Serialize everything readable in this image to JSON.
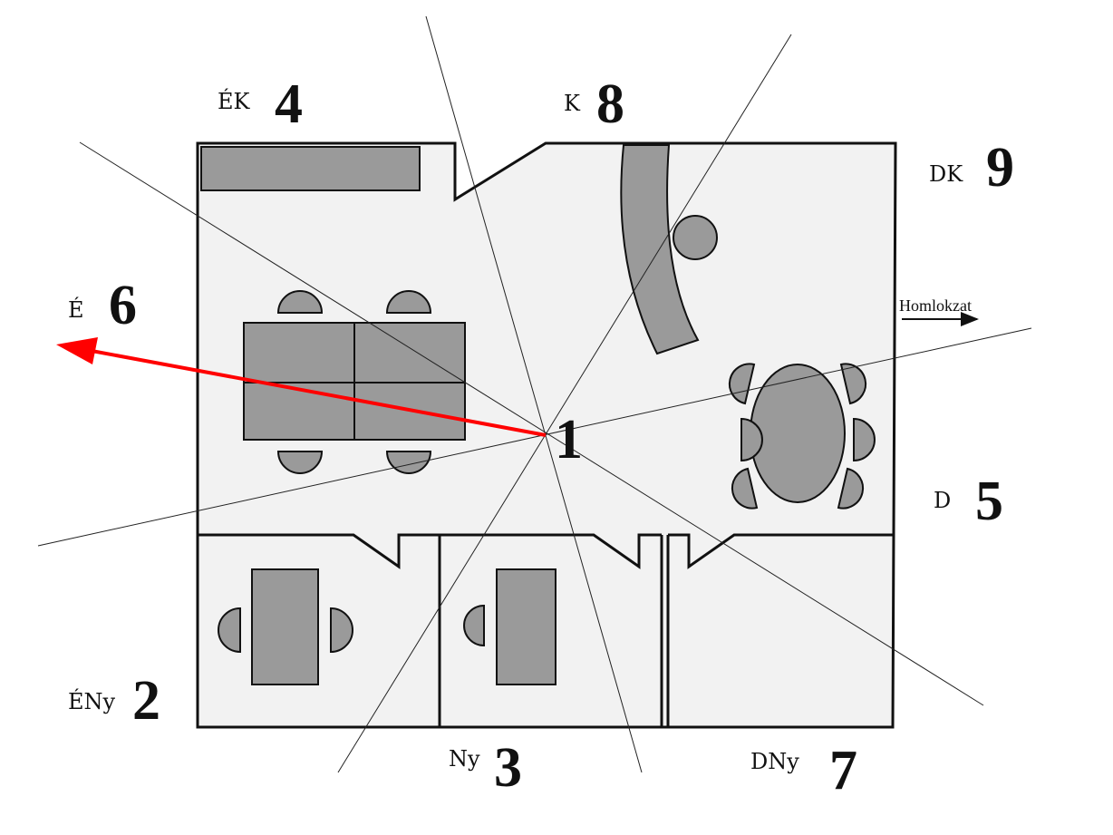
{
  "labels": [
    {
      "dir": "ÉK",
      "num": "4"
    },
    {
      "dir": "K",
      "num": "8"
    },
    {
      "dir": "DK",
      "num": "9"
    },
    {
      "dir": "É",
      "num": "6"
    },
    {
      "dir": "D",
      "num": "5"
    },
    {
      "dir": "ÉNy",
      "num": "2"
    },
    {
      "dir": "Ny",
      "num": "3"
    },
    {
      "dir": "DNy",
      "num": "7"
    }
  ],
  "center_label": "1",
  "facade_label": "Homlokzat",
  "colors": {
    "arrow": "#ff0000",
    "furniture": "#9a9a9a",
    "floor": "#f2f2f2"
  }
}
